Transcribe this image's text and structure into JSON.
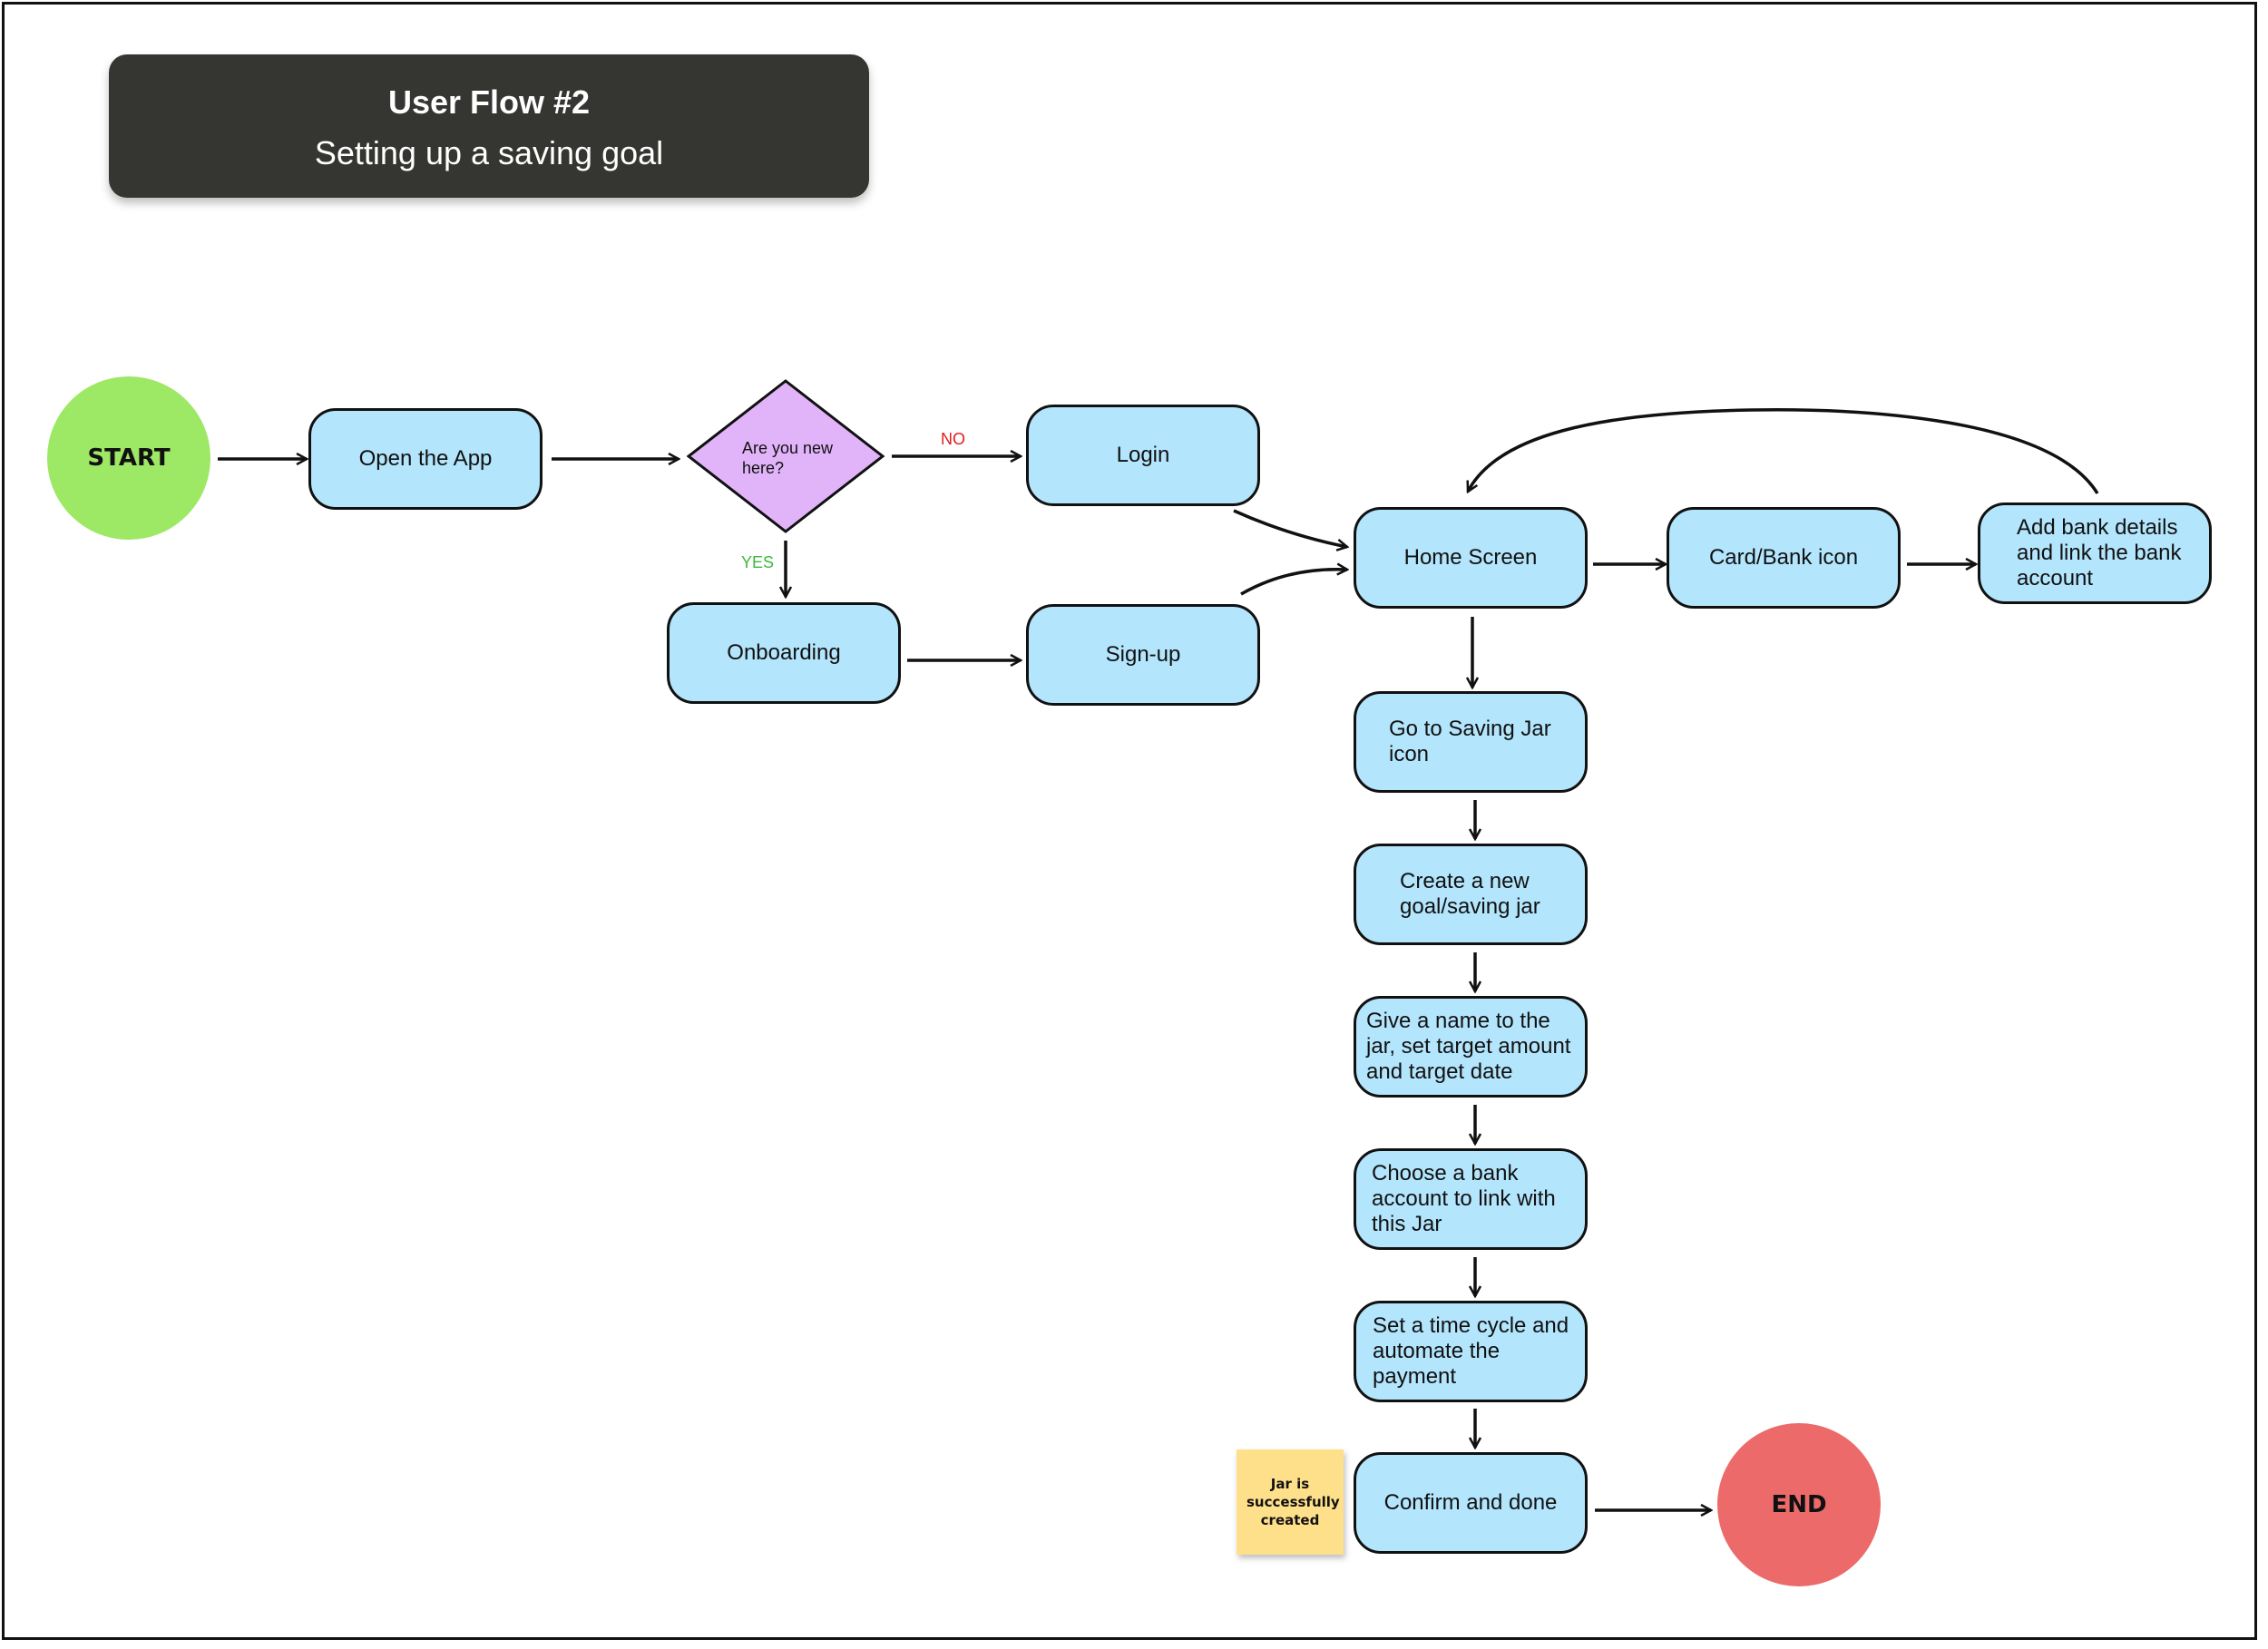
{
  "header": {
    "title": "User Flow #2",
    "subtitle": "Setting up a saving goal"
  },
  "terminals": {
    "start": "START",
    "end": "END"
  },
  "decision": {
    "question": "Are you new here?",
    "no_label": "NO",
    "yes_label": "YES"
  },
  "steps": {
    "open_app": "Open the App",
    "login": "Login",
    "onboarding": "Onboarding",
    "signup": "Sign-up",
    "home": "Home Screen",
    "card_bank": "Card/Bank icon",
    "add_bank": "Add bank details and link the bank account",
    "saving_jar": "Go to Saving Jar icon",
    "create_goal": "Create a new goal/saving jar",
    "name_jar": "Give a name to the jar, set target amount and target date",
    "choose_bank": "Choose a bank account to link with this Jar",
    "time_cycle": "Set a time cycle and automate the payment",
    "confirm": "Confirm and done"
  },
  "note": "Jar is successfully created",
  "colors": {
    "node_fill": "#b3e5fc",
    "decision_fill": "#e1b4f9",
    "start_fill": "#9de865",
    "end_fill": "#ec6a6a",
    "header_fill": "#353532",
    "note_fill": "#ffe08a",
    "no_label_color": "#e21c1c",
    "yes_label_color": "#3cb93c"
  }
}
